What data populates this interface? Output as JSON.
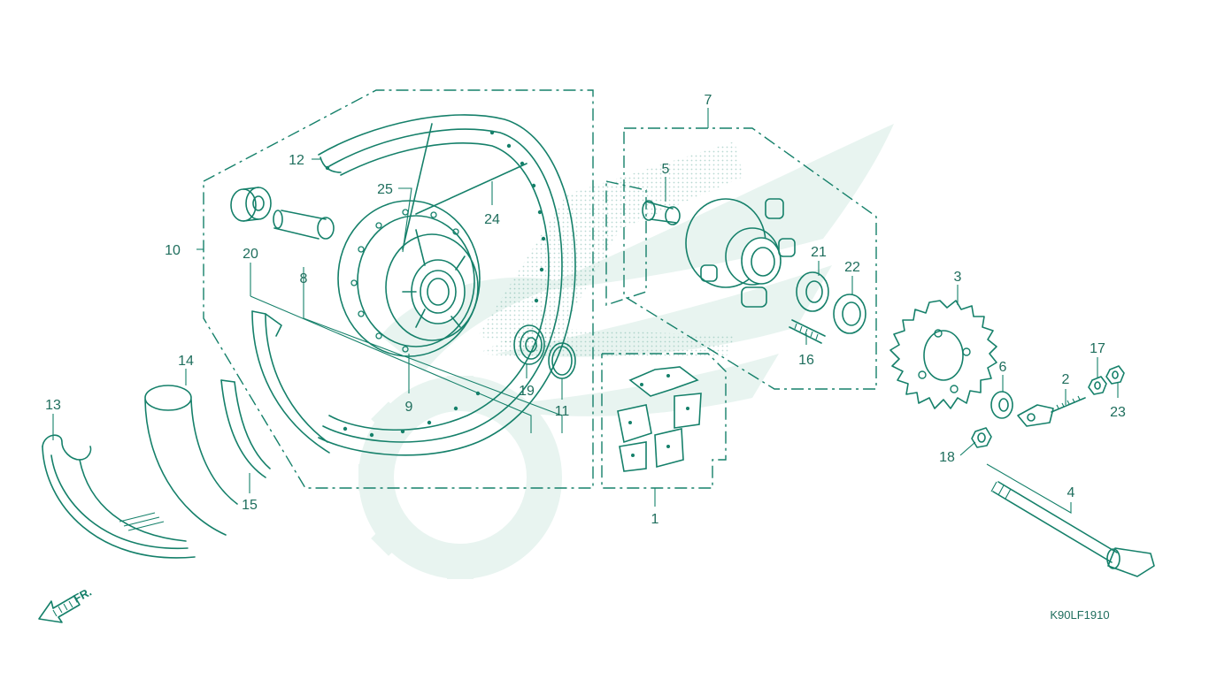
{
  "colors": {
    "line": "#15806a",
    "text": "#1f6e5d",
    "watermark": "#e6f3ef",
    "background": "#ffffff"
  },
  "callouts": {
    "c1": "1",
    "c2": "2",
    "c3": "3",
    "c4": "4",
    "c5": "5",
    "c6": "6",
    "c7": "7",
    "c8": "8",
    "c9": "9",
    "c10": "10",
    "c11": "11",
    "c12": "12",
    "c13": "13",
    "c14": "14",
    "c15": "15",
    "c16": "16",
    "c17": "17",
    "c18": "18",
    "c19": "19",
    "c20": "20",
    "c21": "21",
    "c22": "22",
    "c23": "23",
    "c24": "24",
    "c25": "25"
  },
  "direction_marker": {
    "text": "FR.",
    "icon": "front-direction-arrow-icon"
  },
  "diagram_code": "K90LF1910",
  "watermark": {
    "icon": "manufacturer-wing-logo-watermark"
  }
}
